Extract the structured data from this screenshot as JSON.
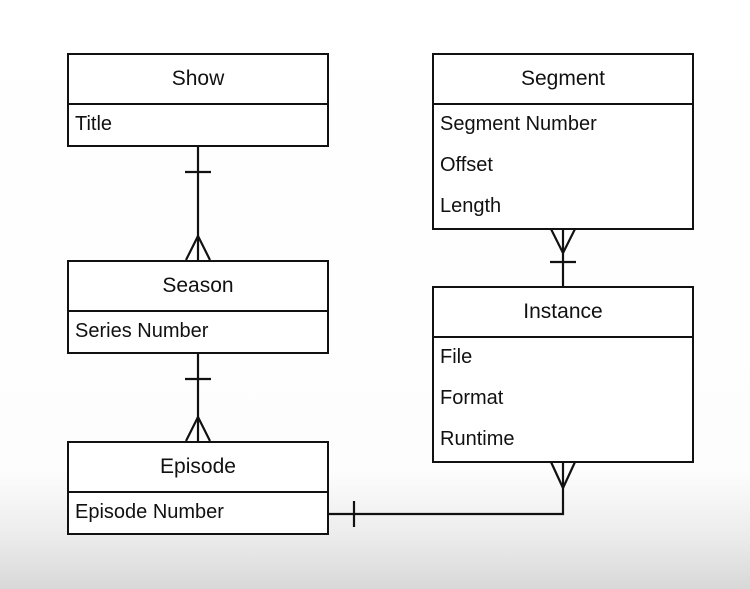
{
  "entities": {
    "show": {
      "name": "Show",
      "attributes": [
        "Title"
      ]
    },
    "season": {
      "name": "Season",
      "attributes": [
        "Series Number"
      ]
    },
    "episode": {
      "name": "Episode",
      "attributes": [
        "Episode Number"
      ]
    },
    "segment": {
      "name": "Segment",
      "attributes": [
        "Segment Number",
        "Offset",
        "Length"
      ]
    },
    "instance": {
      "name": "Instance",
      "attributes": [
        "File",
        "Format",
        "Runtime"
      ]
    }
  },
  "relationships": [
    {
      "from": "show",
      "to": "season",
      "from_cardinality": "one",
      "to_cardinality": "many"
    },
    {
      "from": "season",
      "to": "episode",
      "from_cardinality": "one",
      "to_cardinality": "many"
    },
    {
      "from": "instance",
      "to": "segment",
      "from_cardinality": "one",
      "to_cardinality": "many"
    },
    {
      "from": "episode",
      "to": "instance",
      "from_cardinality": "one",
      "to_cardinality": "many"
    }
  ],
  "colors": {
    "line": "#111111",
    "box_fill": "#ffffff",
    "text": "#111111"
  }
}
